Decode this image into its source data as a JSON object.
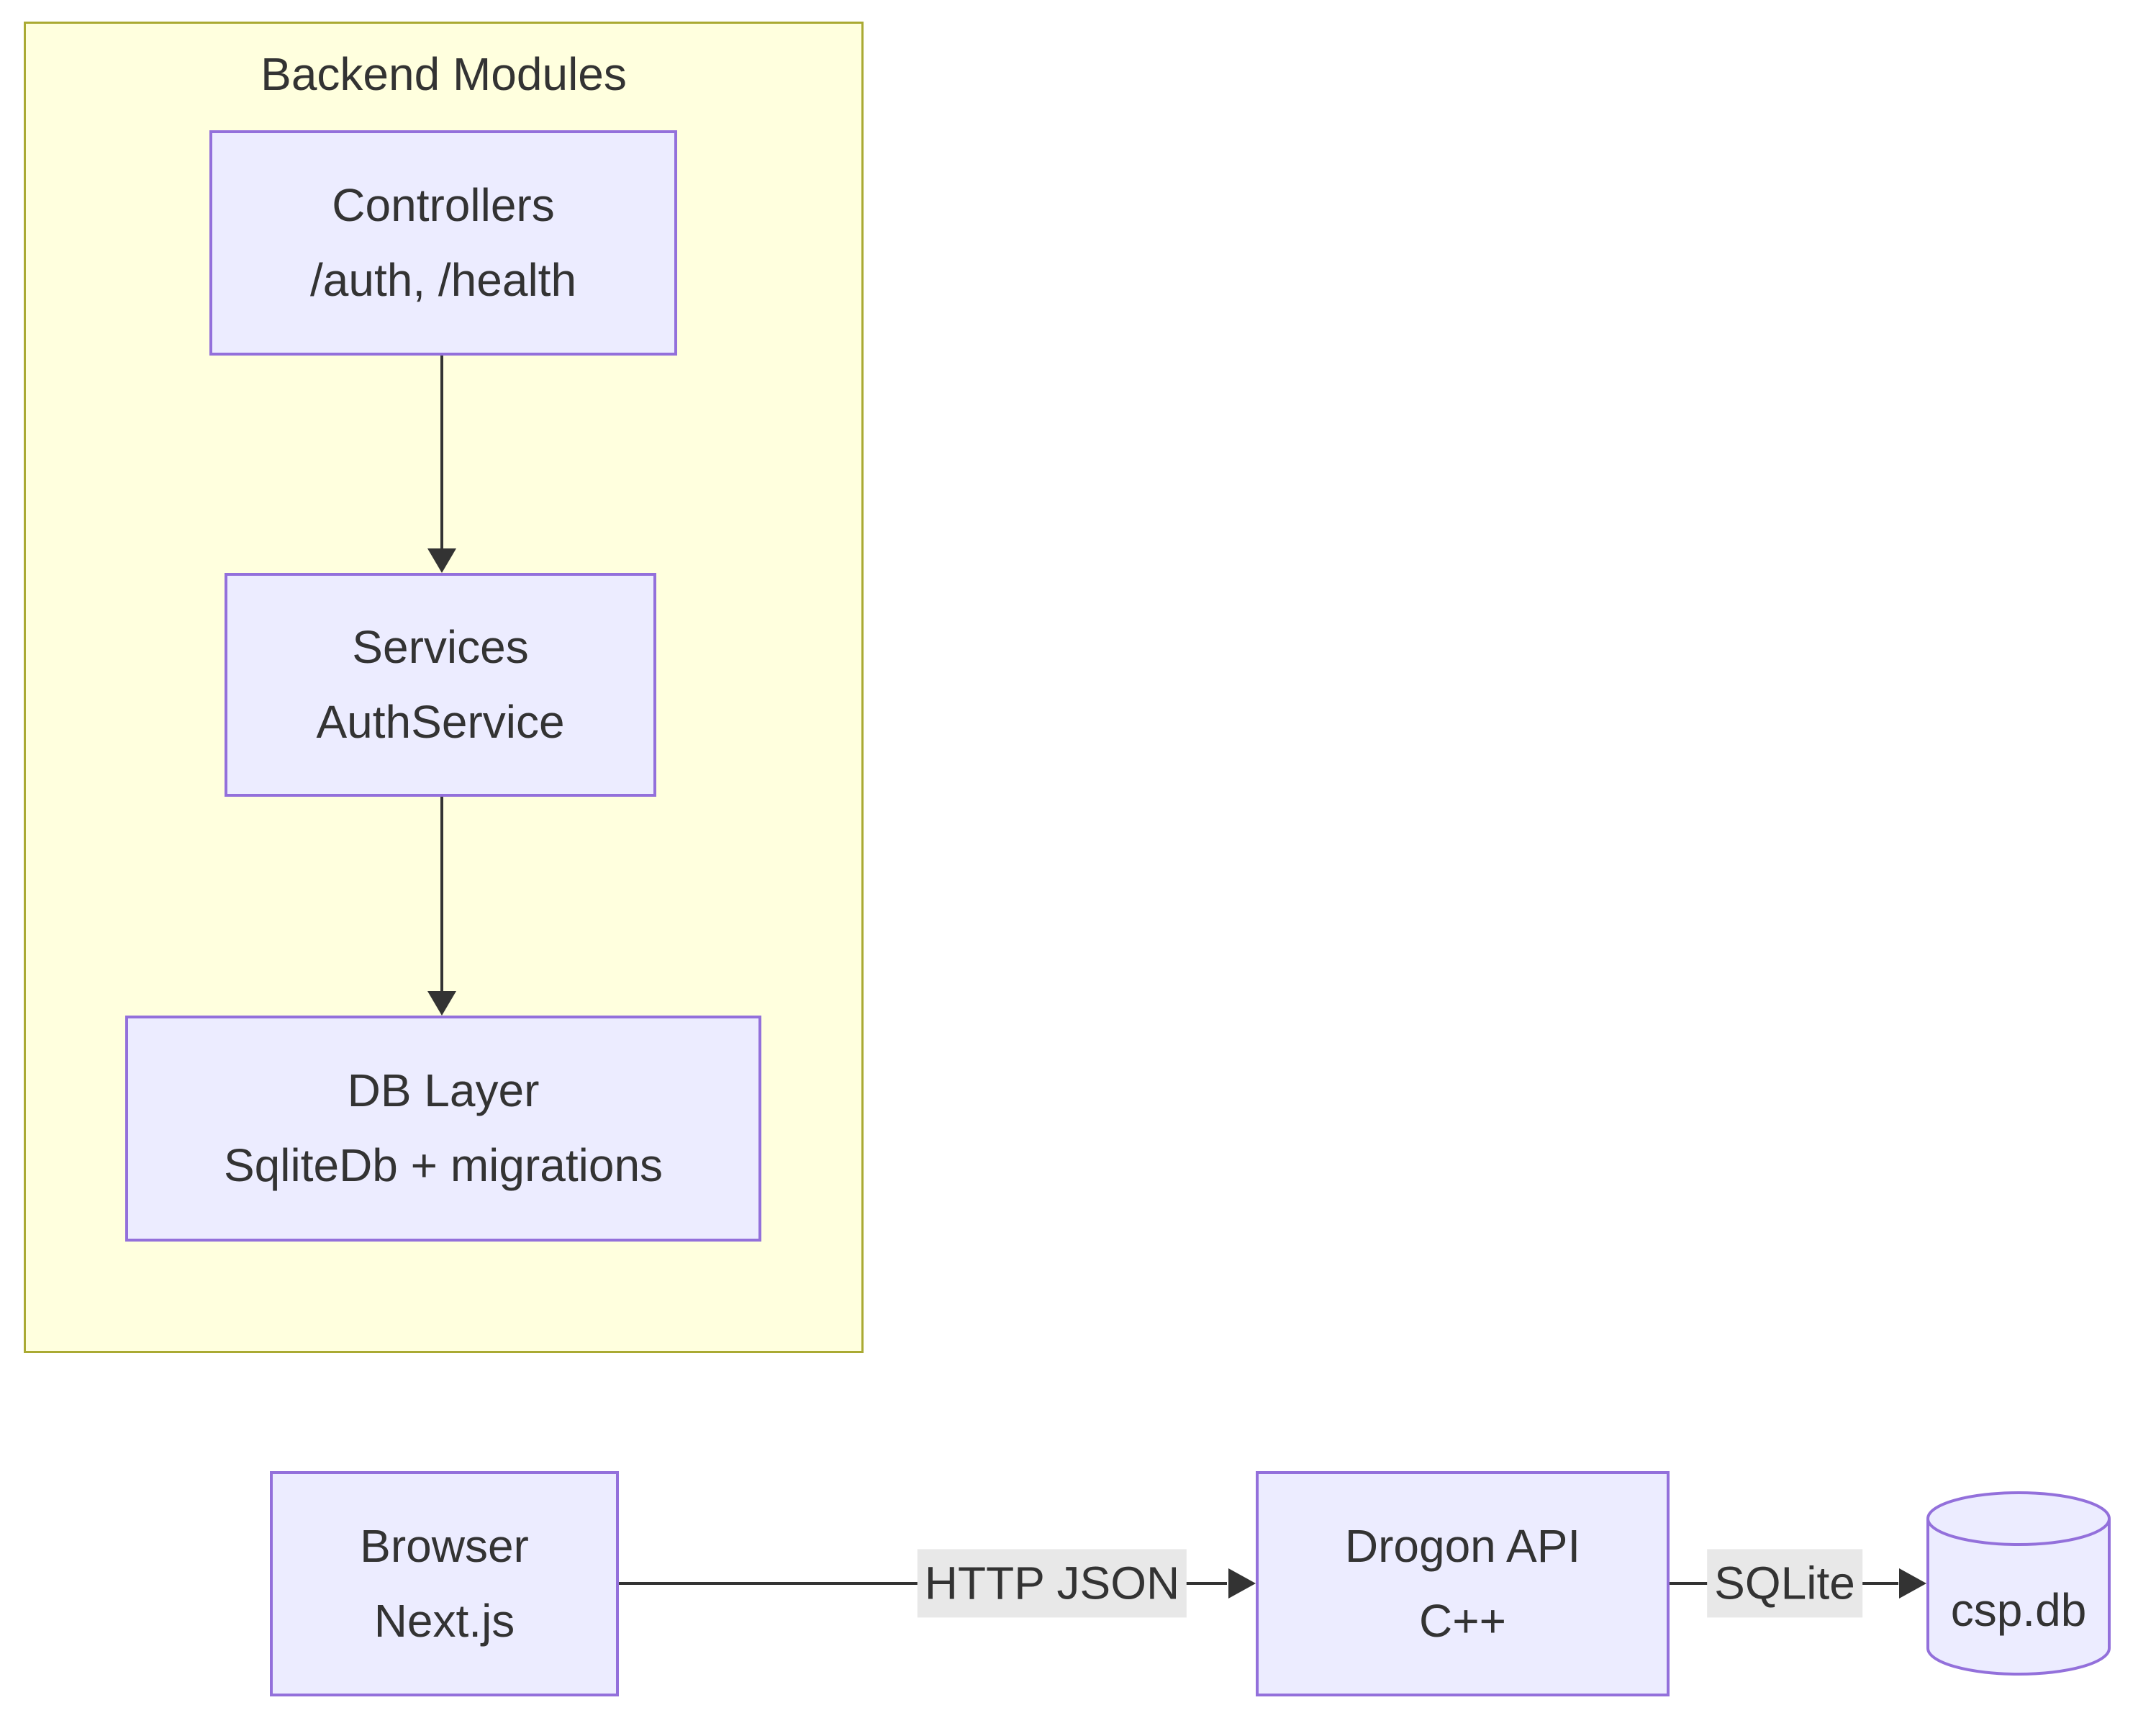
{
  "diagram": {
    "type": "flowchart",
    "subgraph": {
      "title": "Backend Modules"
    },
    "nodes": {
      "controllers": {
        "lines": [
          "Controllers",
          "/auth, /health"
        ]
      },
      "services": {
        "lines": [
          "Services",
          "AuthService"
        ]
      },
      "db_layer": {
        "lines": [
          "DB Layer",
          "SqliteDb + migrations"
        ]
      },
      "browser": {
        "lines": [
          "Browser",
          "Next.js"
        ]
      },
      "drogon_api": {
        "lines": [
          "Drogon API",
          "C++"
        ]
      },
      "csp_db": {
        "label": "csp.db"
      }
    },
    "edges": [
      {
        "from": "Controllers",
        "to": "Services",
        "label": ""
      },
      {
        "from": "Services",
        "to": "DB Layer",
        "label": ""
      },
      {
        "from": "Browser",
        "to": "Drogon API",
        "label": "HTTP JSON"
      },
      {
        "from": "Drogon API",
        "to": "csp.db",
        "label": "SQLite"
      }
    ],
    "colors": {
      "node_fill": "#ECECFF",
      "node_border": "#9370DB",
      "subgraph_fill": "#ffffde",
      "subgraph_border": "#aaaa33",
      "edge_label_bg": "#e8e8e8",
      "line": "#333333",
      "text": "#333333",
      "background": "#ffffff"
    }
  }
}
